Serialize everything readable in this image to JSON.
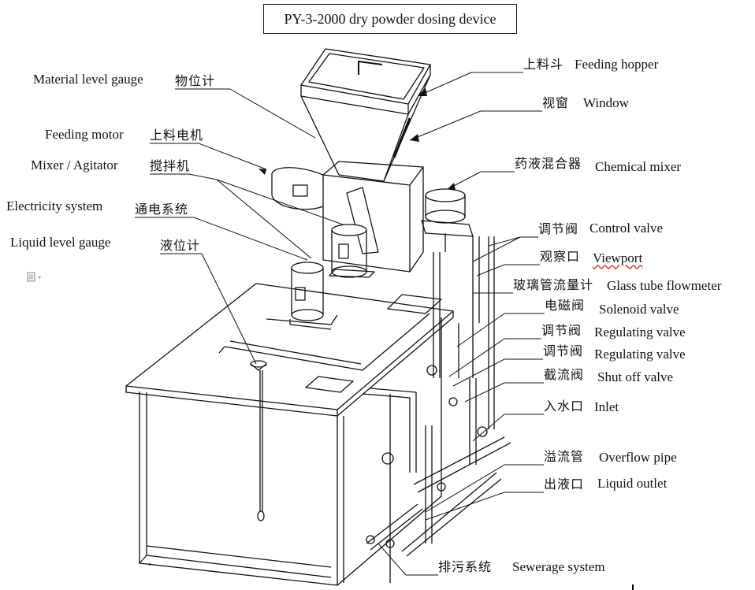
{
  "title": "PY-3-2000 dry powder dosing device",
  "labels_left": [
    {
      "key": "material-level-gauge",
      "en": "Material level gauge",
      "zh": "物位计"
    },
    {
      "key": "feeding-motor",
      "en": "Feeding motor",
      "zh": "上料电机"
    },
    {
      "key": "mixer-agitator",
      "en": "Mixer / Agitator",
      "zh": "搅拌机"
    },
    {
      "key": "electricity-system",
      "en": "Electricity system",
      "zh": "通电系统"
    },
    {
      "key": "liquid-level-gauge",
      "en": "Liquid level gauge",
      "zh": "液位计"
    }
  ],
  "labels_right": [
    {
      "key": "feeding-hopper",
      "zh": "上料斗",
      "en": "Feeding hopper"
    },
    {
      "key": "window",
      "zh": "视窗",
      "en": "Window"
    },
    {
      "key": "chemical-mixer",
      "zh": "药液混合器",
      "en": "Chemical mixer"
    },
    {
      "key": "control-valve",
      "zh": "调节阀",
      "en": "Control valve"
    },
    {
      "key": "viewport",
      "zh": "观察口",
      "en": "Viewport"
    },
    {
      "key": "glass-tube-flowmeter",
      "zh": "玻璃管流量计",
      "en": "Glass tube flowmeter"
    },
    {
      "key": "solenoid-valve",
      "zh": "电磁阀",
      "en": "Solenoid valve"
    },
    {
      "key": "regulating-valve-1",
      "zh": "调节阀",
      "en": "Regulating valve"
    },
    {
      "key": "regulating-valve-2",
      "zh": "调节阀",
      "en": "Regulating valve"
    },
    {
      "key": "shut-off-valve",
      "zh": "截流阀",
      "en": "Shut off valve"
    },
    {
      "key": "inlet",
      "zh": "入水口",
      "en": "Inlet"
    },
    {
      "key": "overflow-pipe",
      "zh": "溢流管",
      "en": "Overflow pipe"
    },
    {
      "key": "liquid-outlet",
      "zh": "出液口",
      "en": "Liquid outlet"
    },
    {
      "key": "sewerage-system",
      "zh": "排污系统",
      "en": "Sewerage system"
    }
  ],
  "icons": {
    "document_icon": "doc-dropdown-icon"
  }
}
